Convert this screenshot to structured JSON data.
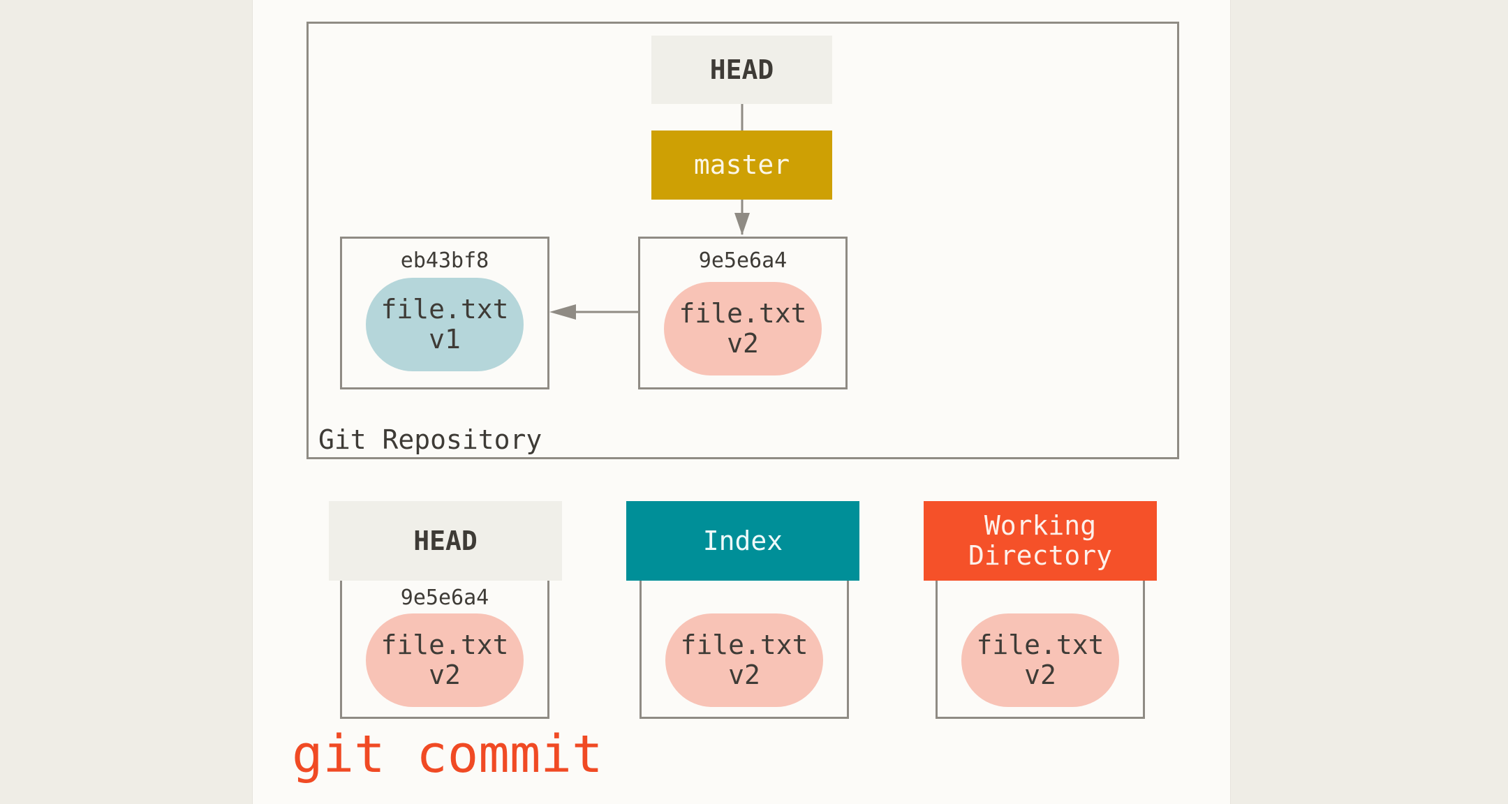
{
  "repository": {
    "label": "Git Repository",
    "head_ref": "HEAD",
    "branch_ref": "master",
    "commits": [
      {
        "hash": "eb43bf8",
        "file": "file.txt\nv1"
      },
      {
        "hash": "9e5e6a4",
        "file": "file.txt\nv2"
      }
    ]
  },
  "trees": [
    {
      "header": "HEAD",
      "hash": "9e5e6a4",
      "file": "file.txt\nv2"
    },
    {
      "header": "Index",
      "file": "file.txt\nv2"
    },
    {
      "header": "Working\nDirectory",
      "file": "file.txt\nv2"
    }
  ],
  "command": "git commit",
  "colors": {
    "head": "#f0efe9",
    "master": "#cea004",
    "index": "#008f98",
    "working_directory": "#f55129",
    "blob_v1": "#b5d6da",
    "blob_v2": "#f8c3b6",
    "command": "#f04a24"
  }
}
